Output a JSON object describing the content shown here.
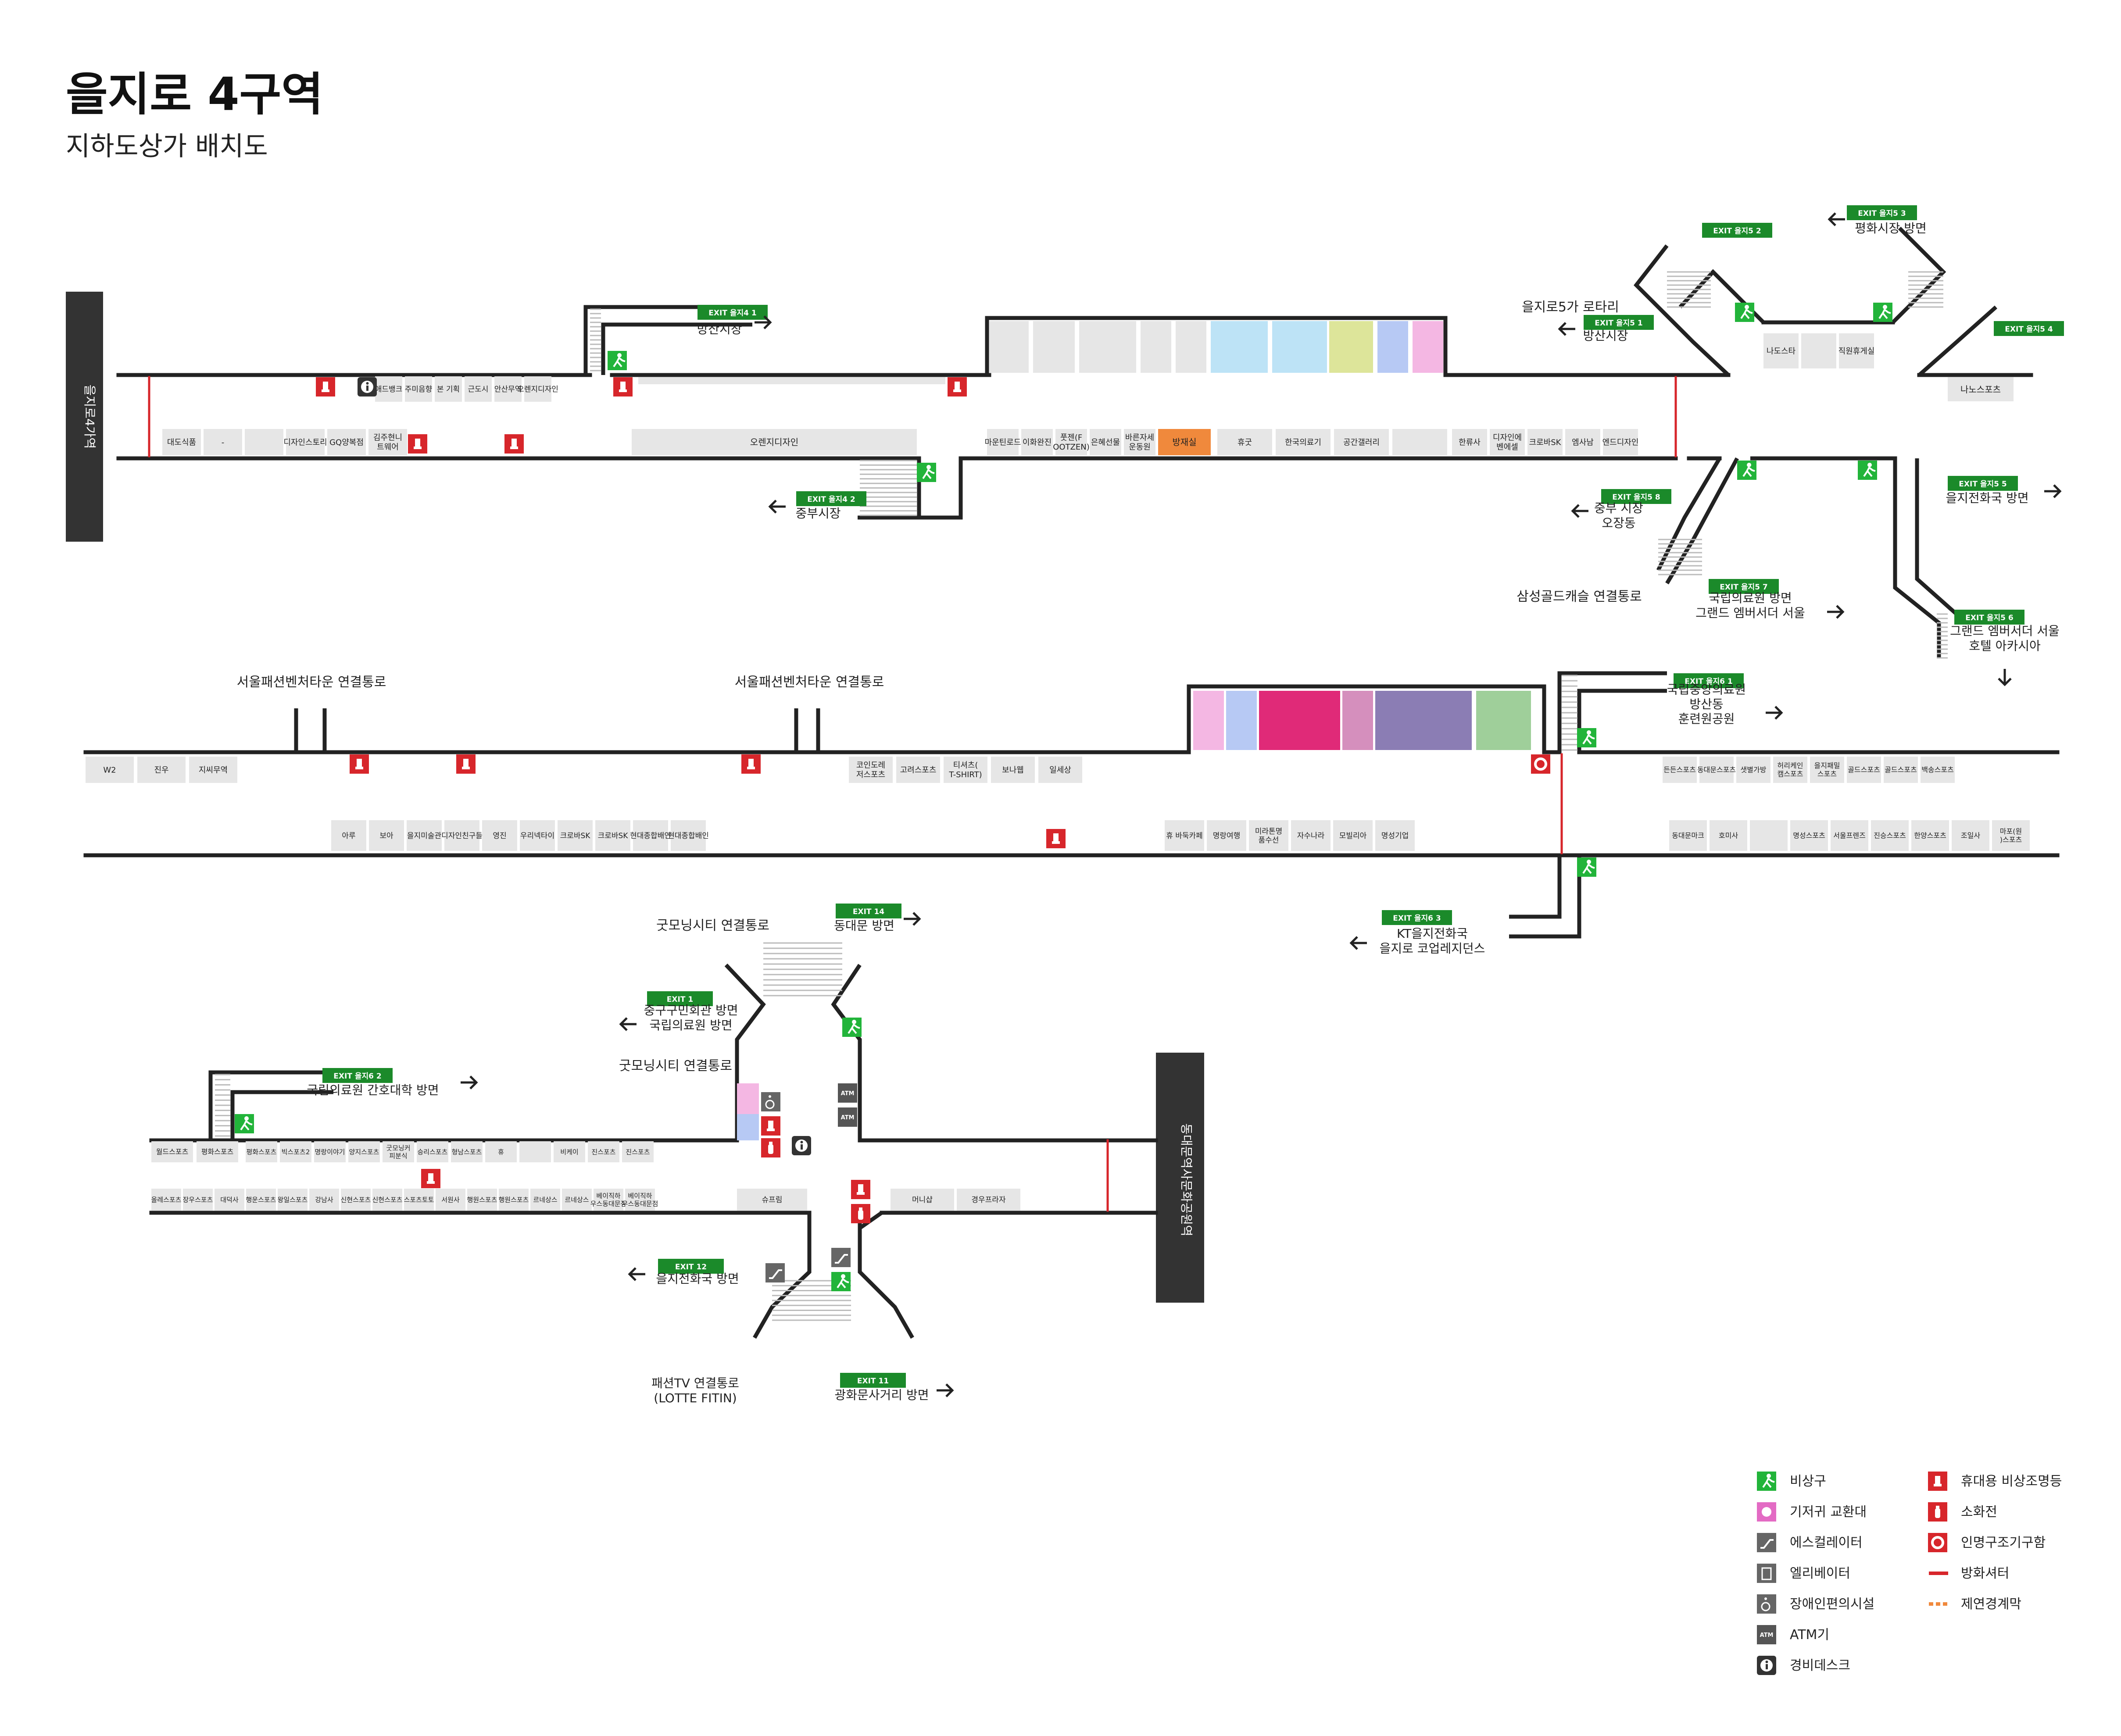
{
  "header": {
    "title": "을지로 4구역",
    "subtitle": "지하도상가 배치도"
  },
  "stations": [
    {
      "id": "euljiro4",
      "label": "을지로4가역"
    },
    {
      "id": "ddp",
      "label": "동대문역사문화공원역"
    }
  ],
  "exits": [
    {
      "id": "e41",
      "tag": "EXIT 을지4 1",
      "dest": "방산시장",
      "dir": "right"
    },
    {
      "id": "e42",
      "tag": "EXIT 을지4 2",
      "dest": "중부시장",
      "dir": "left"
    },
    {
      "id": "e51",
      "tag": "EXIT 을지5 1",
      "dest": "방산시장",
      "dir": "left"
    },
    {
      "id": "e52",
      "tag": "EXIT 을지5 2",
      "dest": "",
      "dir": ""
    },
    {
      "id": "e53",
      "tag": "EXIT 을지5 3",
      "dest": "평화시장 방면",
      "dir": "left"
    },
    {
      "id": "e54",
      "tag": "EXIT 을지5 4",
      "dest": "",
      "dir": ""
    },
    {
      "id": "e55",
      "tag": "EXIT 을지5 5",
      "dest": "을지전화국 방면",
      "dir": "right"
    },
    {
      "id": "e56",
      "tag": "EXIT 을지5 6",
      "dest": "그랜드 엠버서더 서울\n호텔 아카시아",
      "dir": "down"
    },
    {
      "id": "e57",
      "tag": "EXIT 을지5 7",
      "dest": "국립의료원 방면\n그랜드 엠버서더 서울",
      "dir": "right"
    },
    {
      "id": "e58",
      "tag": "EXIT 을지5 8",
      "dest": "중부 시장\n오장동",
      "dir": "left"
    },
    {
      "id": "e61",
      "tag": "EXIT 을지6 1",
      "dest": "국립중앙의료원\n방산동\n훈련원공원",
      "dir": "right"
    },
    {
      "id": "e62",
      "tag": "EXIT 을지6 2",
      "dest": "국립의료원 간호대학 방면",
      "dir": "right"
    },
    {
      "id": "e63",
      "tag": "EXIT 을지6 3",
      "dest": "KT을지전화국\n을지로 코업레지던스",
      "dir": "left"
    },
    {
      "id": "e1",
      "tag": "EXIT 1",
      "dest": "중구구민회관 방면\n국립의료원 방면",
      "dir": "left"
    },
    {
      "id": "e11",
      "tag": "EXIT 11",
      "dest": "광화문사거리 방면",
      "dir": "right"
    },
    {
      "id": "e12",
      "tag": "EXIT 12",
      "dest": "을지전화국 방면",
      "dir": "left"
    },
    {
      "id": "e14",
      "tag": "EXIT 14",
      "dest": "동대문 방면",
      "dir": "right"
    }
  ],
  "plain_labels": [
    "을지로5가 로타리",
    "삼성골드캐슬 연결통로",
    "서울패션벤처타운 연결통로",
    "서울패션벤처타운 연결통로",
    "굿모닝시티 연결통로",
    "굿모닝시티 연결통로",
    "패션TV 연결통로\n(LOTTE FITIN)"
  ],
  "shops": {
    "s1_top": [
      "애드뱅크",
      "주미음향",
      "본 기획",
      "근도시",
      "안산무역",
      "오렌지디자인"
    ],
    "s1_bottom": [
      "대도식품",
      "-",
      "",
      "디자인스토리",
      "GQ양복점",
      "김주현니트웨어",
      "오렌지디자인"
    ],
    "s2_bottom": [
      "마운틴로드",
      "이화완진",
      "풋젠(FOOTZEN)",
      "은혜선물",
      "바른자세운동원",
      "방재실",
      "휴굿",
      "한국의료기",
      "공간갤러리",
      "",
      "한류사",
      "디자인에벤에셀",
      "크로바SK",
      "엠사남",
      "엔드디자인"
    ],
    "s3": [
      "나도스타",
      "",
      "직원휴게실",
      "나노스포츠"
    ],
    "m_top_left": [
      "W2",
      "진우",
      "지씨무역"
    ],
    "m_top_right": [
      "코인도레저스포츠",
      "고려스포츠",
      "티셔츠(T-SHIRT)",
      "보나웹",
      "일세상"
    ],
    "m_bottom": [
      "아루",
      "보아",
      "을지미술관",
      "디자인친구들",
      "영진",
      "우리넥타이",
      "크로바SK",
      "크로바SK",
      "현대종합배인",
      "현대종합배인",
      "휴 바둑카페",
      "명랑여행",
      "미라톤명품수선",
      "자수나라",
      "모빌리아",
      "명성기업"
    ],
    "m_right_top": [
      "든든스포츠",
      "동대문스포츠",
      "샛별가방",
      "허리케인캠스포츠",
      "을지패밀스포츠",
      "골드스포츠",
      "골드스포츠",
      "백송스포츠"
    ],
    "m_right_bottom": [
      "동대문마크",
      "호미사",
      "",
      "명성스포츠",
      "서울프렌즈",
      "진승스포츠",
      "한양스포츠",
      "조일사",
      "마포(원)스포츠"
    ],
    "b_top": [
      "월드스포츠",
      "평화스포츠",
      "빅스포츠2",
      "명랑이야기",
      "양지스포츠",
      "굿모닝커피분식",
      "승리스포츠",
      "형남스포츠",
      "휴",
      "",
      "비케이",
      "진스포츠",
      "진스포츠"
    ],
    "b_bottom": [
      "올레스포츠",
      "장우스포츠",
      "대덕사",
      "행운스포츠",
      "왕일스포츠",
      "강남사",
      "신현스포츠",
      "신현스포츠",
      "스포츠토토",
      "서원사",
      "행원스포츠",
      "행원스포츠",
      "르네상스",
      "르네상스",
      "베이직하우스동대문점",
      "베이직하우스동대문점",
      "슈프림",
      "머니샵",
      "경우프라자"
    ]
  },
  "legend": [
    {
      "icon": "emergency-exit-icon",
      "label": "비상구"
    },
    {
      "icon": "diaper-icon",
      "label": "기저귀 교환대"
    },
    {
      "icon": "escalator-icon",
      "label": "에스컬레이터"
    },
    {
      "icon": "elevator-icon",
      "label": "엘리베이터"
    },
    {
      "icon": "accessibility-icon",
      "label": "장애인편의시설"
    },
    {
      "icon": "atm-icon",
      "label": "ATM기"
    },
    {
      "icon": "info-icon",
      "label": "경비데스크"
    },
    {
      "icon": "flashlight-icon",
      "label": "휴대용 비상조명등"
    },
    {
      "icon": "extinguisher-icon",
      "label": "소화전"
    },
    {
      "icon": "rescue-icon",
      "label": "인명구조기구함"
    },
    {
      "icon": "fire-shutter-icon",
      "label": "방화셔터"
    },
    {
      "icon": "smoke-barrier-icon",
      "label": "제연경계막"
    }
  ],
  "icon_text": {
    "atm": "ATM"
  },
  "colors": {
    "exit_green": "#1b8a2a",
    "emergency_green": "#22b43a",
    "red": "#d7262b",
    "shop_grey": "#e6e6e6",
    "dark": "#333333",
    "orange": "#f0893c"
  }
}
